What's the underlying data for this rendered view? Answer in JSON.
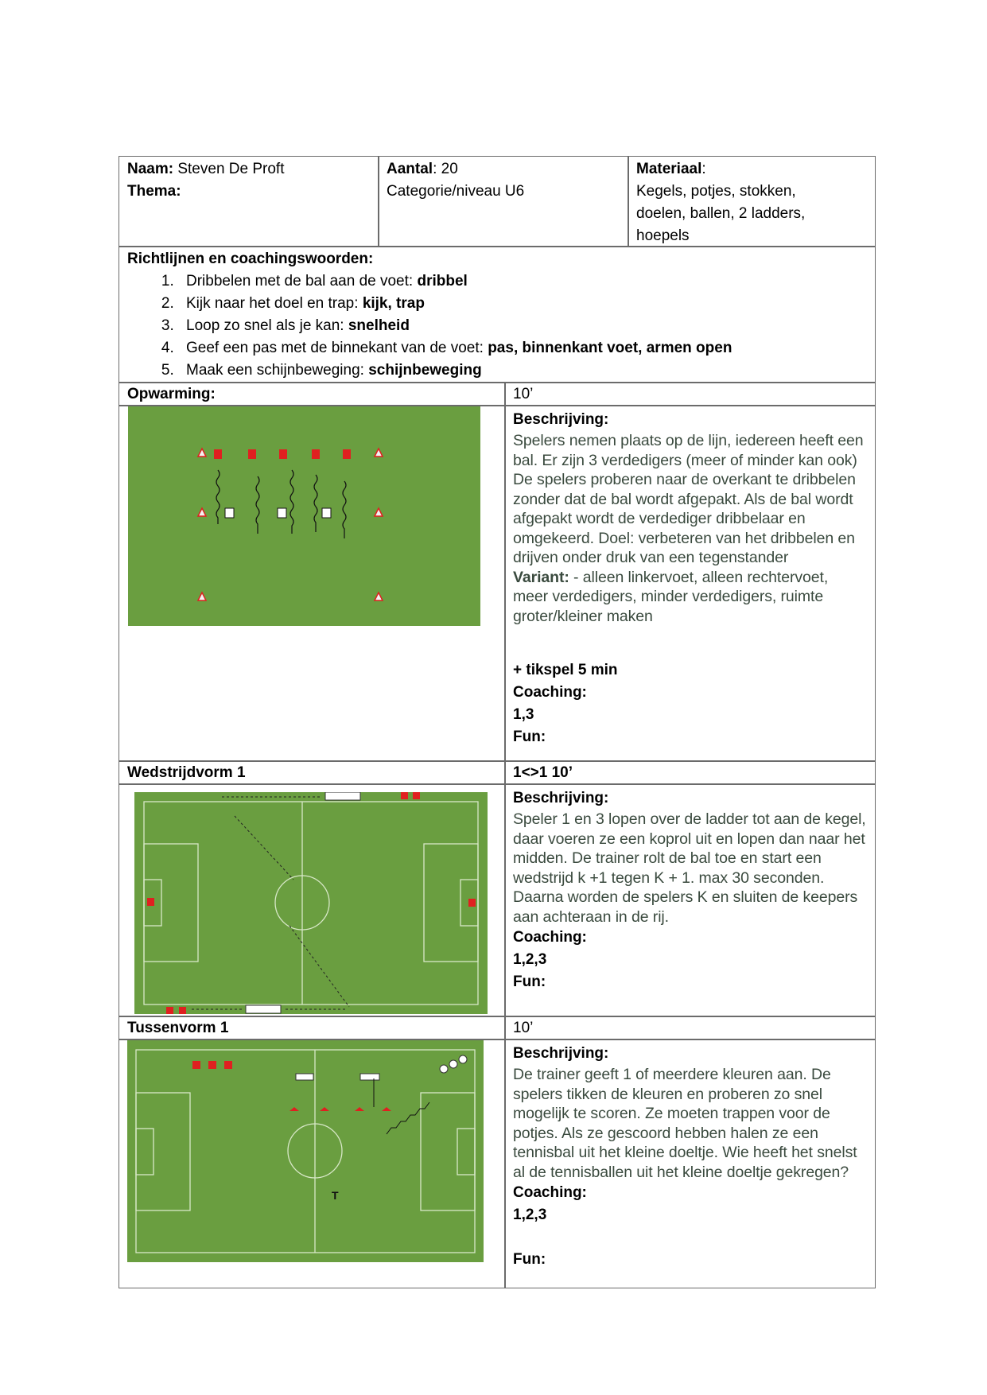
{
  "header": {
    "naam_label": "Naam:",
    "naam_value": "Steven De Proft",
    "thema_label": "Thema:",
    "aantal_label": "Aantal",
    "aantal_value": ": 20",
    "categorie": "Categorie/niveau U6",
    "materiaal_label": "Materiaal",
    "materiaal_colon": ":",
    "materiaal_value": "Kegels, potjes, stokken, doelen, ballen, 2 ladders, hoepels"
  },
  "richtlijnen": {
    "title": "Richtlijnen en coachingswoorden:",
    "items": [
      {
        "text": "Dribbelen met de bal aan de voet: ",
        "bold": "dribbel"
      },
      {
        "text": "Kijk naar het doel en trap:  ",
        "bold": "kijk, trap"
      },
      {
        "text": "Loop zo snel als je kan: ",
        "bold": "snelheid"
      },
      {
        "text": "Geef een pas met de binnekant van de voet:  ",
        "bold": "pas, binnenkant voet, armen open"
      },
      {
        "text": "Maak een schijnbeweging: ",
        "bold": "schijnbeweging"
      }
    ]
  },
  "sections": [
    {
      "title": "Opwarming:",
      "duration": "10’",
      "beschrijving_label": "Beschrijving:",
      "description": "Spelers nemen plaats op de lijn, iedereen heeft een bal. Er zijn 3 verdedigers (meer of minder kan ook) De spelers proberen naar de overkant te dribbelen zonder dat de bal wordt afgepakt. Als de bal wordt afgepakt wordt de verdediger dribbelaar en omgekeerd. Doel: verbeteren van het dribbelen en drijven onder druk van een tegenstander",
      "variant_label": "Variant:",
      "variant": " - alleen linkervoet, alleen rechtervoet, meer verdedigers, minder verdedigers, ruimte groter/kleiner maken",
      "extra": "+ tikspel 5 min",
      "coaching_label": "Coaching:",
      "coaching": "1,3",
      "fun_label": "Fun:"
    },
    {
      "title": "Wedstrijdvorm 1",
      "duration": "1<>1    10’",
      "beschrijving_label": "Beschrijving:",
      "description": "Speler 1 en 3 lopen over de ladder tot aan de kegel, daar voeren ze een koprol uit en lopen dan naar het midden. De trainer rolt de bal toe en start een wedstrijd k +1 tegen K + 1. max 30 seconden. Daarna worden de spelers K en sluiten de keepers aan achteraan in de rij.",
      "coaching_label": "Coaching:",
      "coaching": "1,2,3",
      "fun_label": "Fun:"
    },
    {
      "title": "Tussenvorm 1",
      "duration": "10’",
      "beschrijving_label": "Beschrijving:",
      "description": "De trainer geeft 1 of meerdere kleuren aan. De spelers tikken de kleuren en proberen zo snel mogelijk te scoren. Ze moeten trappen voor de potjes. Als ze gescoord hebben halen ze een tennisbal uit het kleine doeltje. Wie heeft het snelst al de tennisballen uit het kleine doeltje gekregen?",
      "coaching_label": "Coaching:",
      "coaching": "1,2,3",
      "fun_label": "Fun:"
    }
  ],
  "colors": {
    "pitch": "#6a9e40",
    "player": "#e02020",
    "border": "#6b6b6b",
    "desc_text": "#3a4a3e"
  }
}
